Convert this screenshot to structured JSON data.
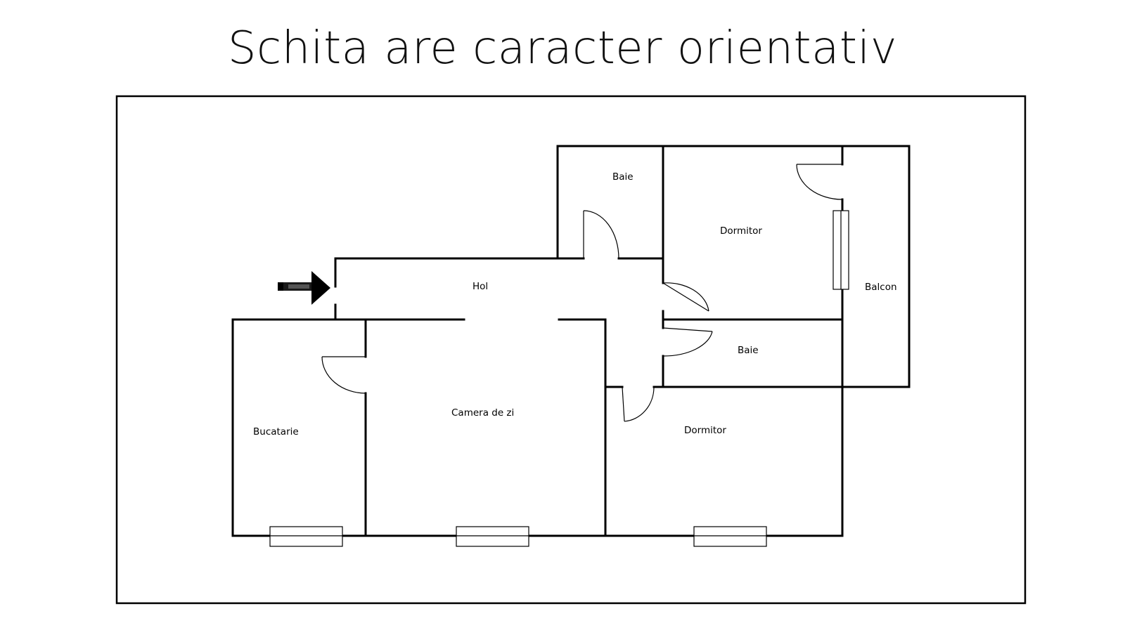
{
  "header": {
    "title": "Schita are caracter orientativ"
  },
  "rooms": {
    "baie_top": "Baie",
    "dormitor_top": "Dormitor",
    "hol": "Hol",
    "balcon": "Balcon",
    "baie_mid": "Baie",
    "camera_de_zi": "Camera de zi",
    "bucatarie": "Bucatarie",
    "dormitor_bottom": "Dormitor"
  },
  "icons": {
    "entrance": "entrance-arrow-icon"
  },
  "colors": {
    "walls": "#000000",
    "background": "#ffffff",
    "arrow": "#1a1a1a"
  }
}
